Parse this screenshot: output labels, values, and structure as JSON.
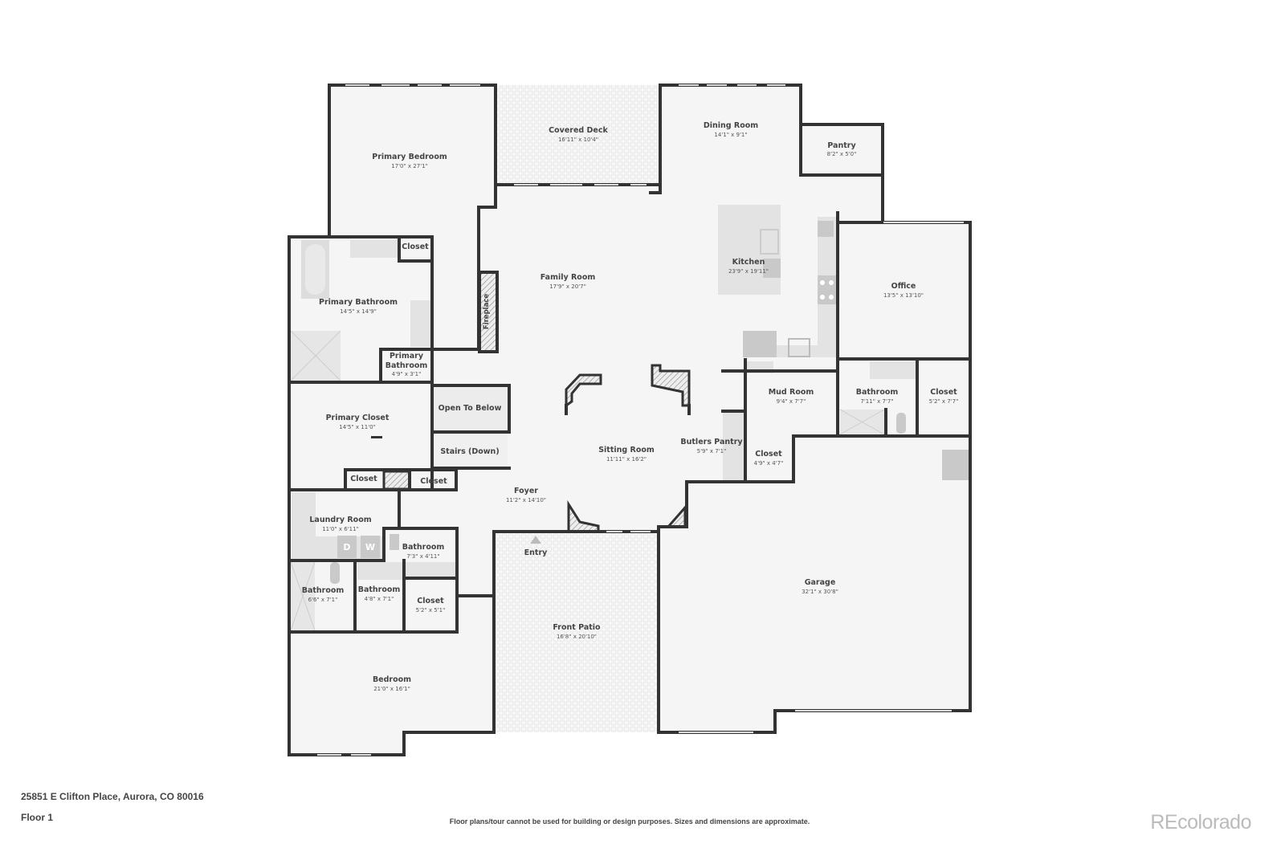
{
  "plan": {
    "address": "25851 E Clifton Place, Aurora, CO 80016",
    "floor": "Floor 1",
    "disclaimer": "Floor plans/tour cannot be used for building or design purposes. Sizes and dimensions are approximate.",
    "watermark": "REcolorado",
    "colors": {
      "wall": "#333333",
      "floor": "#f5f5f5",
      "fixture": "#e3e3e3"
    }
  },
  "rooms": {
    "primary_bedroom": {
      "name": "Primary Bedroom",
      "dims": "17'0\" x 27'1\""
    },
    "covered_deck": {
      "name": "Covered Deck",
      "dims": "16'11\" x 10'4\""
    },
    "dining_room": {
      "name": "Dining Room",
      "dims": "14'1\" x 9'1\""
    },
    "pantry": {
      "name": "Pantry",
      "dims": "8'2\" x 5'0\""
    },
    "primary_closet_small": {
      "name": "Closet"
    },
    "primary_bathroom": {
      "name": "Primary Bathroom",
      "dims": "14'5\" x 14'9\""
    },
    "family_room": {
      "name": "Family Room",
      "dims": "17'9\" x 20'7\""
    },
    "fireplace": {
      "name": "Fireplace"
    },
    "kitchen": {
      "name": "Kitchen",
      "dims": "23'9\" x 19'11\""
    },
    "office": {
      "name": "Office",
      "dims": "13'5\" x 13'10\""
    },
    "primary_bathroom_small": {
      "name1": "Primary",
      "name2": "Bathroom",
      "dims": "4'9\" x 3'1\""
    },
    "open_to_below": {
      "name": "Open To Below"
    },
    "stairs": {
      "name": "Stairs (Down)"
    },
    "primary_closet": {
      "name": "Primary Closet",
      "dims": "14'5\" x 11'0\""
    },
    "mud_room": {
      "name": "Mud Room",
      "dims": "9'4\" x 7'7\""
    },
    "bathroom_east": {
      "name": "Bathroom",
      "dims": "7'11\" x 7'7\""
    },
    "closet_east": {
      "name": "Closet",
      "dims": "5'2\" x 7'7\""
    },
    "sitting_room": {
      "name": "Sitting Room",
      "dims": "11'11\" x 16'2\""
    },
    "butlers_pantry": {
      "name": "Butlers Pantry",
      "dims": "5'9\" x 7'1\""
    },
    "closet_mud": {
      "name": "Closet",
      "dims": "4'9\" x 4'7\""
    },
    "closet_a": {
      "name": "Closet"
    },
    "closet_b": {
      "name": "Closet"
    },
    "foyer": {
      "name": "Foyer",
      "dims": "11'2\" x 14'10\""
    },
    "laundry_room": {
      "name": "Laundry Room",
      "dims": "11'0\" x 6'11\"",
      "dryer": "D",
      "washer": "W"
    },
    "bathroom_hall": {
      "name": "Bathroom",
      "dims": "7'3\" x 4'11\""
    },
    "entry": {
      "name": "Entry"
    },
    "bathroom_west": {
      "name": "Bathroom",
      "dims": "6'6\" x 7'1\""
    },
    "bathroom_mid": {
      "name": "Bathroom",
      "dims": "4'8\" x 7'1\""
    },
    "closet_hall": {
      "name": "Closet",
      "dims": "5'2\" x 5'1\""
    },
    "garage": {
      "name": "Garage",
      "dims": "32'1\" x 30'8\""
    },
    "front_patio": {
      "name": "Front Patio",
      "dims": "16'8\" x 20'10\""
    },
    "bedroom": {
      "name": "Bedroom",
      "dims": "21'0\" x 16'1\""
    }
  }
}
